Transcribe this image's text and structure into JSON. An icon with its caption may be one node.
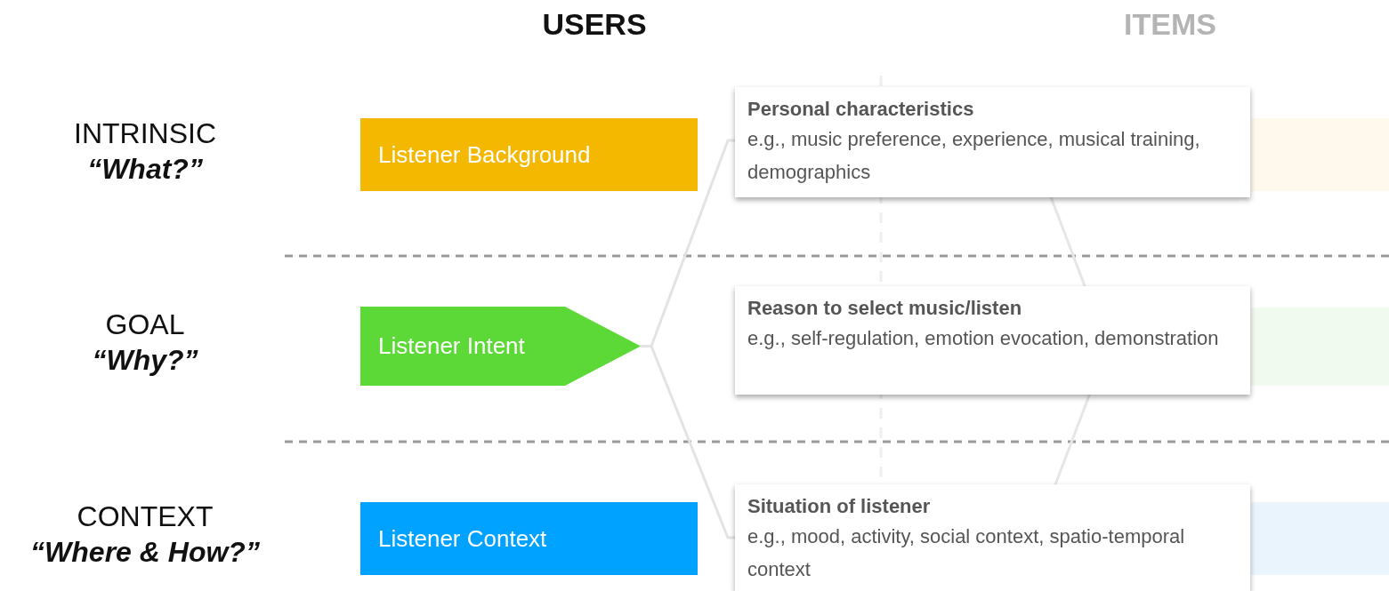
{
  "diagram": {
    "nodes": [
      {
        "text": [
          "Listener Background"
        ]
      },
      {
        "text": [
          "Listener Intent"
        ]
      },
      {
        "text": [
          "Listener Context"
        ]
      },
      {
        "text": [
          "Personal characteristics",
          "e.g., music preference, experience, musical training, demographics"
        ]
      },
      {
        "text": [
          "Reason to select music/listen",
          "e.g., self-regulation, emotion evocation, demonstration"
        ]
      },
      {
        "text": [
          "Situation of listener",
          "e.g., mood, activity, social context, spatio-temporal context"
        ]
      },
      {
        "text": [],
        "shape": "box"
      },
      {
        "text": [],
        "shape": "box"
      },
      {
        "text": [],
        "shape": "box"
      }
    ],
    "edges": [
      {
        "from": 1,
        "to": 3,
        "arrow": "none"
      },
      {
        "from": 1,
        "to": 5,
        "arrow": "none"
      }
    ],
    "labels": [
      "USERS",
      "ITEMS",
      "INTRINSIC",
      "“What?”",
      "GOAL",
      "“Why?”",
      "CONTEXT",
      "“Where & How?”"
    ]
  }
}
